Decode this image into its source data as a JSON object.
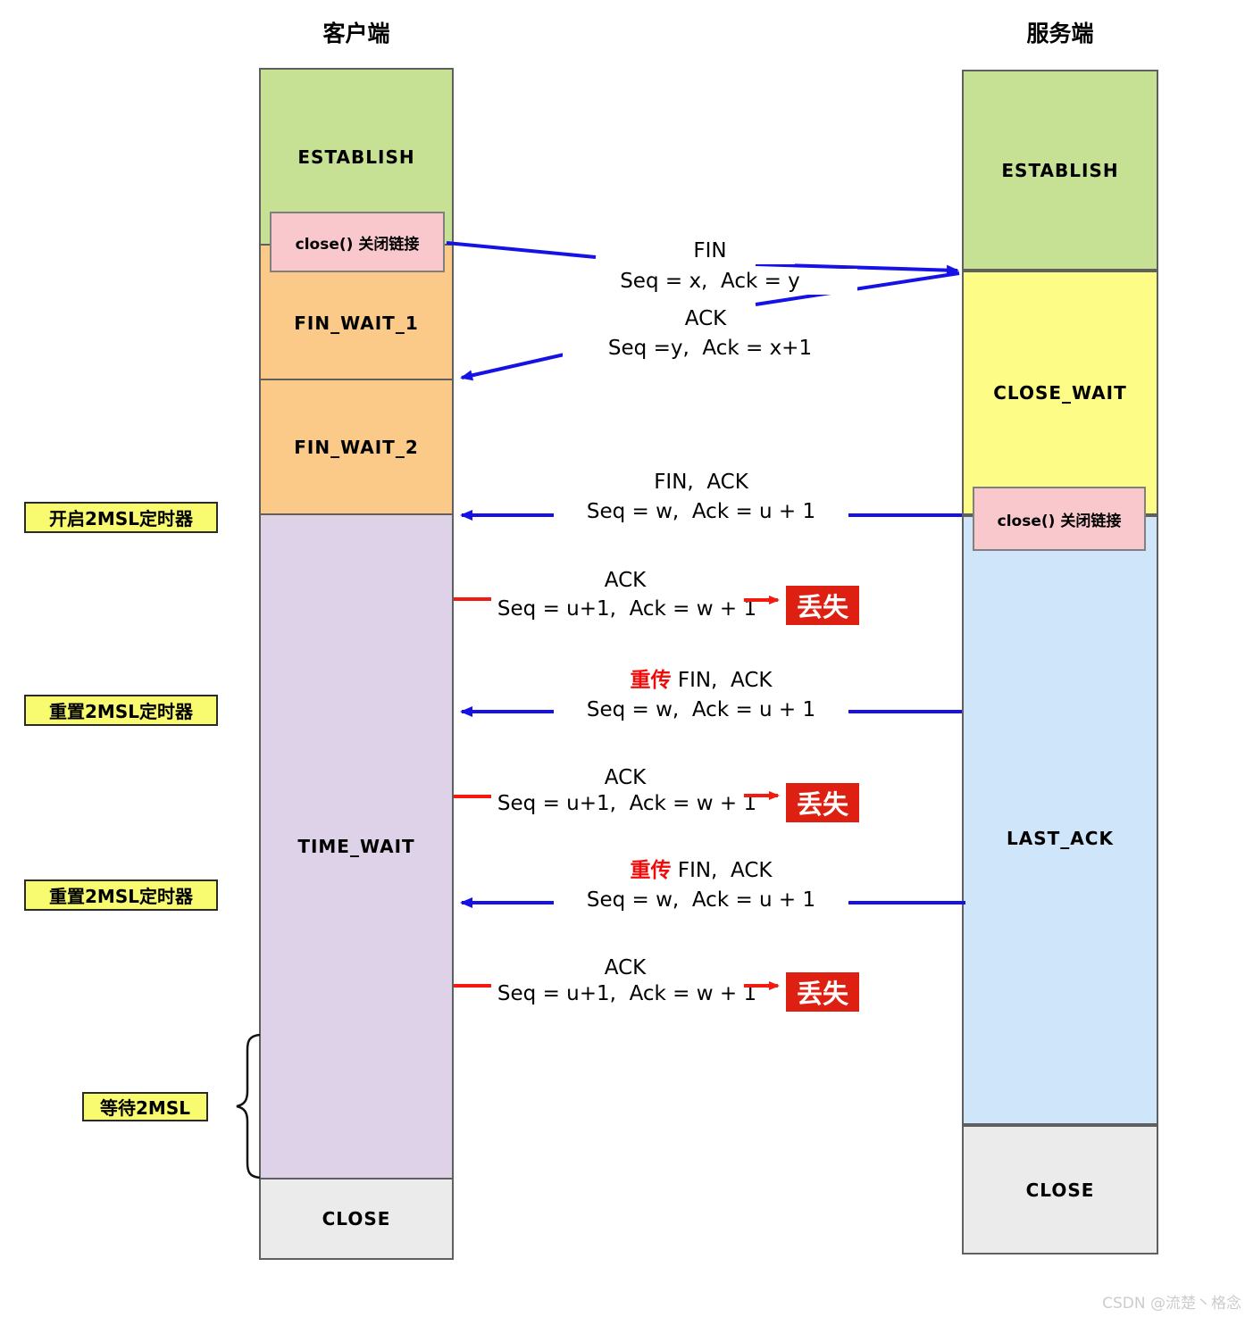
{
  "client": {
    "title": "客户端",
    "close_note": "close() 关闭链接",
    "states": [
      {
        "label": "ESTABLISH",
        "color": "#c7e194"
      },
      {
        "label": "FIN_WAIT_1",
        "color": "#fbca88"
      },
      {
        "label": "FIN_WAIT_2",
        "color": "#fbca88"
      },
      {
        "label": "TIME_WAIT",
        "color": "#ded2e8"
      },
      {
        "label": "CLOSE",
        "color": "#ebebeb"
      }
    ]
  },
  "server": {
    "title": "服务端",
    "close_note": "close() 关闭链接",
    "states": [
      {
        "label": "ESTABLISH",
        "color": "#c7e194"
      },
      {
        "label": "CLOSE_WAIT",
        "color": "#fdfc86"
      },
      {
        "label": "LAST_ACK",
        "color": "#cfe5f9"
      },
      {
        "label": "CLOSE",
        "color": "#ebebeb"
      }
    ]
  },
  "timers": {
    "start_2msl": "开启2MSL定时器",
    "reset_2msl_1": "重置2MSL定时器",
    "reset_2msl_2": "重置2MSL定时器",
    "wait_2msl": "等待2MSL"
  },
  "messages": {
    "fin": {
      "title": "FIN",
      "detail": "Seq = x,  Ack = y"
    },
    "ack": {
      "title": "ACK",
      "detail": "Seq =y,  Ack = x+1"
    },
    "fin_ack": {
      "title": "FIN,  ACK",
      "detail": "Seq = w,  Ack = u + 1"
    },
    "ack_lost_1": {
      "title": "ACK",
      "detail": "Seq = u+1,  Ack = w + 1",
      "lost": "丢失"
    },
    "retrans_1": {
      "prefix": "重传",
      "title": " FIN,  ACK",
      "detail": "Seq = w,  Ack = u + 1"
    },
    "ack_lost_2": {
      "title": "ACK",
      "detail": "Seq = u+1,  Ack = w + 1",
      "lost": "丢失"
    },
    "retrans_2": {
      "prefix": "重传",
      "title": " FIN,  ACK",
      "detail": "Seq = w,  Ack = u + 1"
    },
    "ack_lost_3": {
      "title": "ACK",
      "detail": "Seq = u+1,  Ack = w + 1",
      "lost": "丢失"
    }
  },
  "colors": {
    "arrow_blue": "#1612e6",
    "arrow_red": "#f31b10",
    "retrans_red": "#f00a0a",
    "lost_box_bg": "#dd2012",
    "lost_box_text": "#ffffff",
    "timer_label_bg": "#f8fa70",
    "note_pink": "#f8c8cd",
    "brace_black": "#111111"
  },
  "watermark": "CSDN @流楚丶格念"
}
